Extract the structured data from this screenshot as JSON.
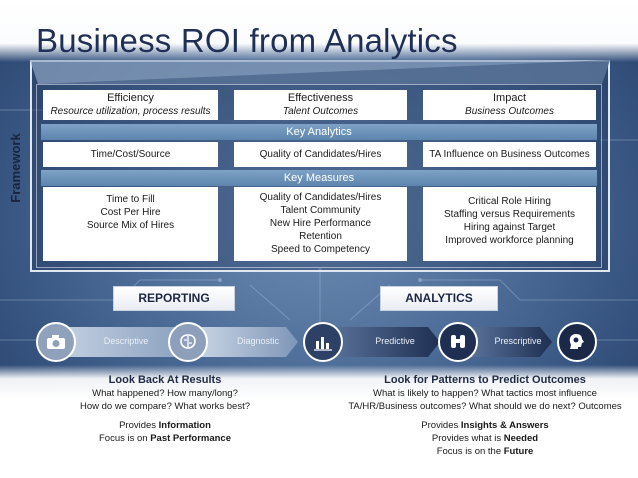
{
  "title": "Business ROI from Analytics",
  "framework_label": "Framework",
  "columns": [
    {
      "heading": "Efficiency",
      "subheading": "Resource utilization, process results",
      "key_analytics": "Time/Cost/Source",
      "key_measures": [
        "Time to Fill",
        "Cost Per Hire",
        "Source Mix of Hires"
      ]
    },
    {
      "heading": "Effectiveness",
      "subheading": "Talent Outcomes",
      "key_analytics": "Quality of Candidates/Hires",
      "key_measures": [
        "Quality of Candidates/Hires",
        "Talent Community",
        "New Hire Performance",
        "Retention",
        "Speed to Competency"
      ]
    },
    {
      "heading": "Impact",
      "subheading": "Business Outcomes",
      "key_analytics": "TA Influence on Business Outcomes",
      "key_measures": [
        "Critical Role Hiring",
        "Staffing versus Requirements",
        "Hiring against Target",
        "Improved workforce planning"
      ]
    }
  ],
  "bands": {
    "key_analytics": "Key Analytics",
    "key_measures": "Key Measures"
  },
  "pills": {
    "reporting": "REPORTING",
    "analytics": "ANALYTICS"
  },
  "stages": [
    {
      "label": "Descriptive",
      "icon": "camera-icon"
    },
    {
      "label": "Diagnostic",
      "icon": "brain-icon"
    },
    {
      "label": "Predictive",
      "icon": "bar-chart-icon"
    },
    {
      "label": "Prescriptive",
      "icon": "binoculars-icon"
    },
    {
      "label": "",
      "icon": "head-gears-icon"
    }
  ],
  "left_text": {
    "heading": "Look Back At Results",
    "line1": "What happened? How many/long?",
    "line2": "How do we compare? What works best?",
    "provides_prefix": "Provides ",
    "provides_bold": "Information",
    "focus_prefix": "Focus is on ",
    "focus_bold": "Past Performance"
  },
  "right_text": {
    "heading": "Look for Patterns to Predict Outcomes",
    "line1": "What is likely to happen? What tactics most influence",
    "line2": "TA/HR/Business outcomes? What should we do next? Outcomes",
    "provides_prefix": "Provides ",
    "provides_bold": "Insights & Answers",
    "needed_prefix": "Provides what is ",
    "needed_bold": "Needed",
    "focus_prefix": "Focus is on the ",
    "focus_bold": "Future"
  },
  "colors": {
    "title": "#1f2f55",
    "band": "#6b91b9",
    "arrow_dark": "#1e2f52",
    "arrow_light": "#7f97b8"
  }
}
